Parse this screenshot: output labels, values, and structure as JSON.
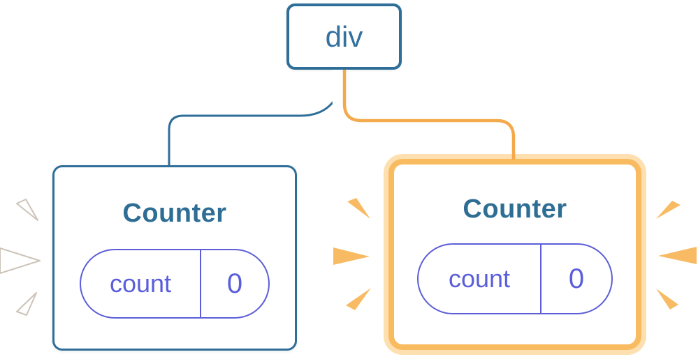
{
  "illustration": {
    "root_node": {
      "label": "div"
    },
    "counters": [
      {
        "title": "Counter",
        "state": {
          "label": "count",
          "value": "0"
        },
        "highlighted": false
      },
      {
        "title": "Counter",
        "state": {
          "label": "count",
          "value": "0"
        },
        "highlighted": true
      }
    ]
  },
  "palette": {
    "blue": "#2E6E98",
    "title_blue": "#2F6E94",
    "purple": "#5C5ED7",
    "orange_border": "#F9BB5F",
    "orange_halo": "#FDDFB0",
    "orange_line": "#F4AA4C",
    "orange_spark": "#F8BB64",
    "white": "#FFFFFF",
    "white_spark_stroke": "#CCC3B8"
  }
}
